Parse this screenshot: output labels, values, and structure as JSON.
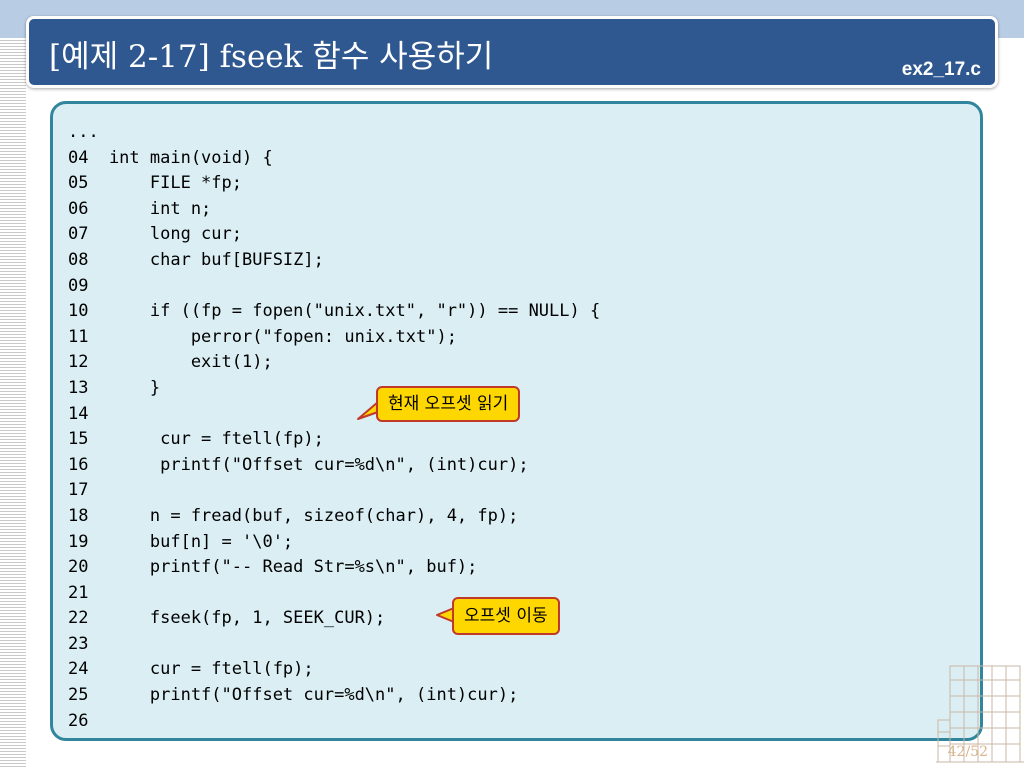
{
  "slide": {
    "title": "[예제 2-17] fseek 함수 사용하기",
    "file_name": "ex2_17.c",
    "page_number": "42/52"
  },
  "code": {
    "lines": [
      "...",
      "04  int main(void) {",
      "05      FILE *fp;",
      "06      int n;",
      "07      long cur;",
      "08      char buf[BUFSIZ];",
      "09",
      "10      if ((fp = fopen(\"unix.txt\", \"r\")) == NULL) {",
      "11          perror(\"fopen: unix.txt\");",
      "12          exit(1);",
      "13      }",
      "14",
      "15       cur = ftell(fp);",
      "16       printf(\"Offset cur=%d\\n\", (int)cur);",
      "17",
      "18      n = fread(buf, sizeof(char), 4, fp);",
      "19      buf[n] = '\\0';",
      "20      printf(\"-- Read Str=%s\\n\", buf);",
      "21",
      "22      fseek(fp, 1, SEEK_CUR);",
      "23",
      "24      cur = ftell(fp);",
      "25      printf(\"Offset cur=%d\\n\", (int)cur);",
      "26"
    ]
  },
  "callouts": {
    "read_offset": "현재 오프셋 읽기",
    "move_offset": "오프셋 이동"
  },
  "colors": {
    "title_bar": "#2f5790",
    "code_background": "#daeef3",
    "code_border": "#31859c",
    "callout_fill": "#ffd700",
    "callout_border": "#c0392b"
  },
  "icons": [
    "building-illustration"
  ]
}
